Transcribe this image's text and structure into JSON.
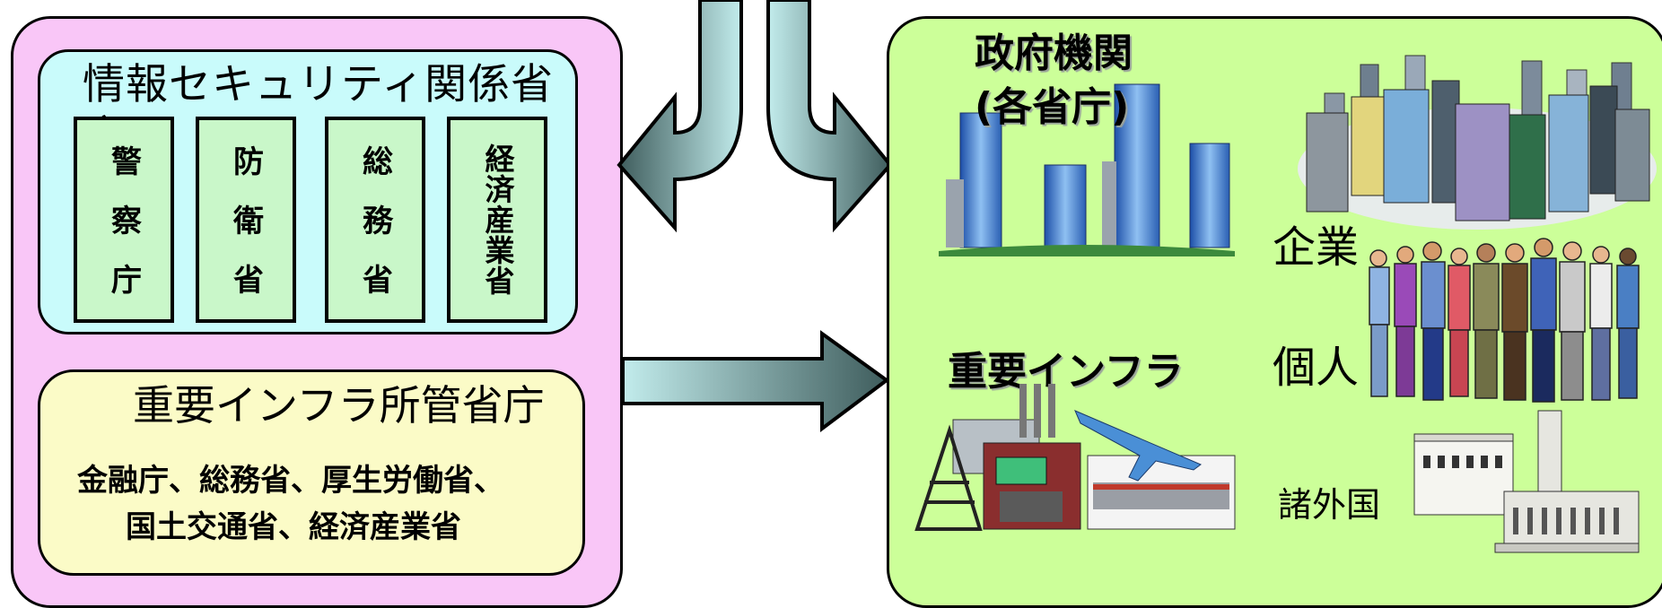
{
  "infosec": {
    "title": "情報セキュリティ関係省庁",
    "ministries": [
      "警察庁",
      "防衛省",
      "総務省",
      "経済産業省"
    ]
  },
  "infra_ministries": {
    "title": "重要インフラ所管省庁",
    "line1": "金融庁、総務省、厚生労働省、",
    "line2": "国土交通省、経済産業省"
  },
  "targets": {
    "government_title": "政府機関",
    "government_sub": "(各省庁)",
    "corporations": "企業",
    "individuals": "個人",
    "critical_infra": "重要インフラ",
    "foreign_countries": "諸外国"
  },
  "icons": [
    "government-buildings-icon",
    "city-skyline-icon",
    "people-group-icon",
    "infrastructure-collage-icon",
    "foreign-government-building-icon",
    "arrow-icon"
  ],
  "colors": {
    "left_panel": "#f9c6f7",
    "infosec_box": "#c9fbfb",
    "ministry_box": "#c9f7c9",
    "infra_box": "#fbfbc7",
    "right_panel": "#ccff99",
    "arrow_light": "#bfe6e6",
    "arrow_dark": "#3f5d5d"
  }
}
